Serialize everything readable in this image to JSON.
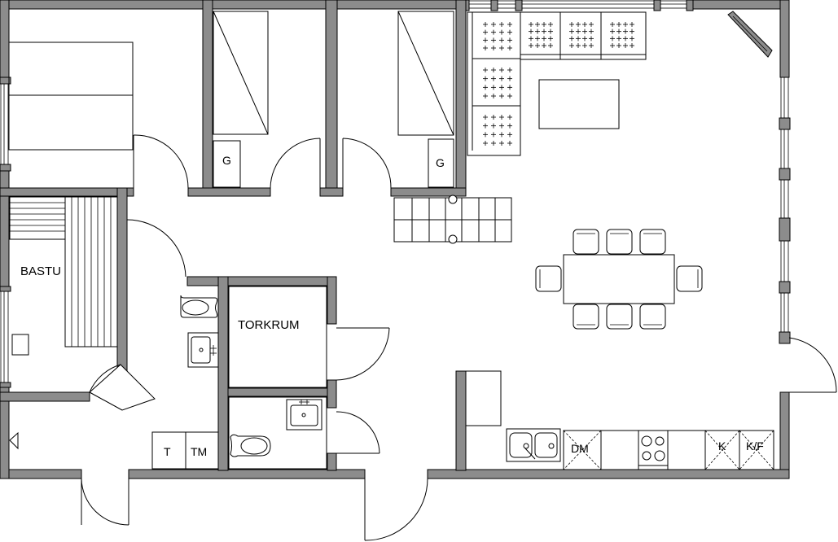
{
  "rooms": {
    "sauna": "BASTU",
    "drying_room": "TORKRUM"
  },
  "fixtures": {
    "wardrobe_left": "G",
    "wardrobe_right": "G",
    "washer": "T",
    "dryer": "TM",
    "dishwasher": "DM",
    "fridge": "K",
    "fridge_freezer": "K/F"
  }
}
